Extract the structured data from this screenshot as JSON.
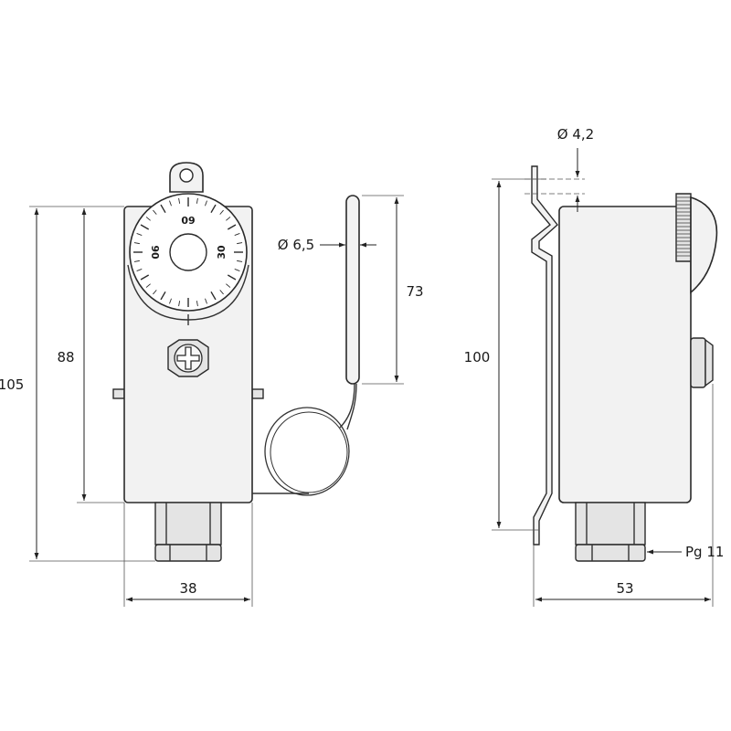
{
  "dimensions": {
    "front_total_height": "105",
    "front_body_height": "88",
    "front_width": "38",
    "bulb_diameter": "Ø 6,5",
    "bulb_length": "73",
    "side_height": "100",
    "hole_diameter": "Ø 4,2",
    "side_depth": "53",
    "cable_gland": "Pg 11"
  },
  "dial_labels": {
    "top": "60",
    "left": "90",
    "right": "30"
  }
}
